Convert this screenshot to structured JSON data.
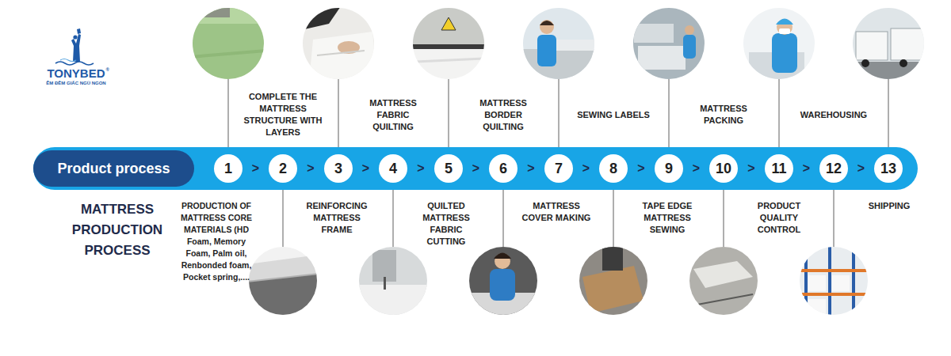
{
  "diagram": {
    "title": "MATTRESS PRODUCTION PROCESS",
    "nodes": [
      {
        "text": [
          "Product process"
        ]
      },
      {
        "text": [
          "1"
        ]
      },
      {
        "text": [
          "2"
        ]
      },
      {
        "text": [
          "3"
        ]
      },
      {
        "text": [
          "4"
        ]
      },
      {
        "text": [
          "5"
        ]
      },
      {
        "text": [
          "6"
        ]
      },
      {
        "text": [
          "7"
        ]
      },
      {
        "text": [
          "8"
        ]
      },
      {
        "text": [
          "9"
        ]
      },
      {
        "text": [
          "10"
        ]
      },
      {
        "text": [
          "11"
        ]
      },
      {
        "text": [
          "12"
        ]
      },
      {
        "text": [
          "13"
        ]
      }
    ],
    "labels": [
      "TONYBED",
      "®",
      "ÊM ĐỀM GIẤC NGỦ NGON",
      "PRODUCTION OF MATTRESS CORE MATERIALS (HD Foam, Memory Foam, Palm oil, Renbonded foam, Pocket spring,....",
      "COMPLETE THE MATTRESS STRUCTURE WITH LAYERS",
      "REINFORCING MATTRESS FRAME",
      "MATTRESS FABRIC QUILTING",
      "QUILTED MATTRESS FABRIC CUTTING",
      "MATTRESS BORDER QUILTING",
      "MATTRESS COVER MAKING",
      "SEWING LABELS",
      "TAPE EDGE MATTRESS SEWING",
      "MATTRESS PACKING",
      "PRODUCT QUALITY CONTROL",
      "WAREHOUSING",
      "SHIPPING",
      ">",
      ">",
      ">",
      ">",
      ">",
      ">",
      ">",
      ">",
      ">",
      ">",
      ">",
      ">"
    ]
  }
}
